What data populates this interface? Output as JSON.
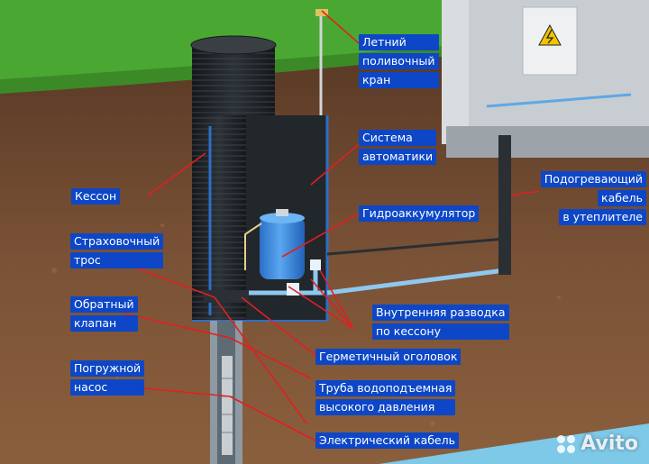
{
  "labels": {
    "summer_tap": [
      "Летний",
      "поливочный",
      "кран"
    ],
    "automation": [
      "Система",
      "автоматики"
    ],
    "caisson": "Кессон",
    "heating_cable": [
      "Подогревающий",
      "кабель",
      "в утеплителе"
    ],
    "accumulator": "Гидроаккумулятор",
    "safety_rope": [
      "Страховочный",
      "трос"
    ],
    "check_valve": [
      "Обратный",
      "клапан"
    ],
    "internal_wiring": [
      "Внутренняя разводка",
      "по кессону"
    ],
    "well_head": "Герметичный оголовок",
    "pump": [
      "Погружной",
      "насос"
    ],
    "pressure_pipe": [
      "Труба водоподъемная",
      "высокого давления"
    ],
    "electric_cable": "Электрический кабель"
  },
  "watermark": "Avito",
  "colors": {
    "label_bg": "#0d47c7",
    "leader_line": "#e02020",
    "soil": "#6b4a33",
    "grass": "#4aa832",
    "tank": "#1e2226",
    "accumulator": "#3a8de0"
  },
  "icons": [
    "high-voltage-icon",
    "avito-logo-icon"
  ]
}
